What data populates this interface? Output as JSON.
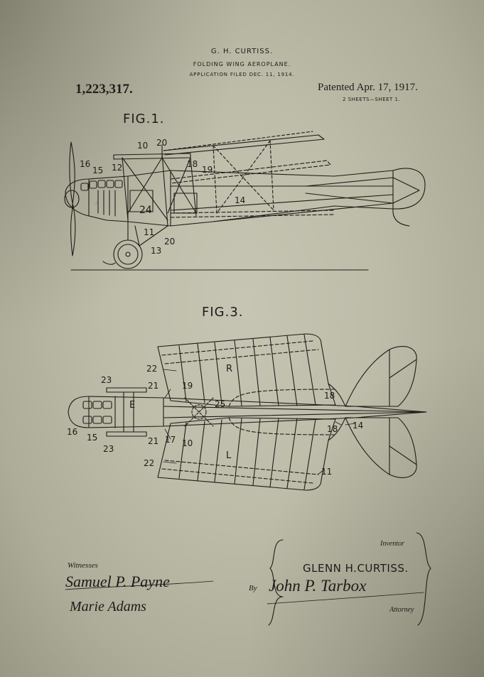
{
  "header": {
    "name": "G. H. CURTISS.",
    "title": "FOLDING WING AEROPLANE.",
    "filed": "APPLICATION FILED DEC. 11, 1914.",
    "patent_number": "1,223,317.",
    "patented": "Patented Apr. 17, 1917.",
    "sheets": "2 SHEETS—SHEET 1."
  },
  "fig1": {
    "title": "FIG.1.",
    "labels": {
      "l10": "10",
      "l20": "20",
      "l16": "16",
      "l15": "15",
      "l12": "12",
      "l18": "18",
      "l19": "19",
      "l14": "14",
      "l24": "24",
      "l11": "11",
      "l20b": "20",
      "l13": "13"
    }
  },
  "fig3": {
    "title": "FIG.3.",
    "labels": {
      "l22a": "22",
      "l23a": "23",
      "l21a": "21",
      "l19": "19",
      "lR": "R",
      "l25": "25",
      "lE": "E",
      "l16": "16",
      "l15": "15",
      "l23b": "23",
      "l21b": "21",
      "l17": "17",
      "l10": "10",
      "l22b": "22",
      "lL": "L",
      "l18a": "18",
      "l18b": "18",
      "l14": "14",
      "l11": "11"
    }
  },
  "signatures": {
    "witnesses_label": "Witnesses",
    "witness_1": "Samuel P. Payne",
    "witness_2": "Marie Adams",
    "inventor_label": "Inventor",
    "inventor_name": "GLENN H.CURTISS.",
    "by_label": "By",
    "attorney_signature": "John P. Tarbox",
    "attorney_label": "Attorney"
  },
  "colors": {
    "ink": "#1c1c18",
    "paper": "#bdbca9"
  }
}
